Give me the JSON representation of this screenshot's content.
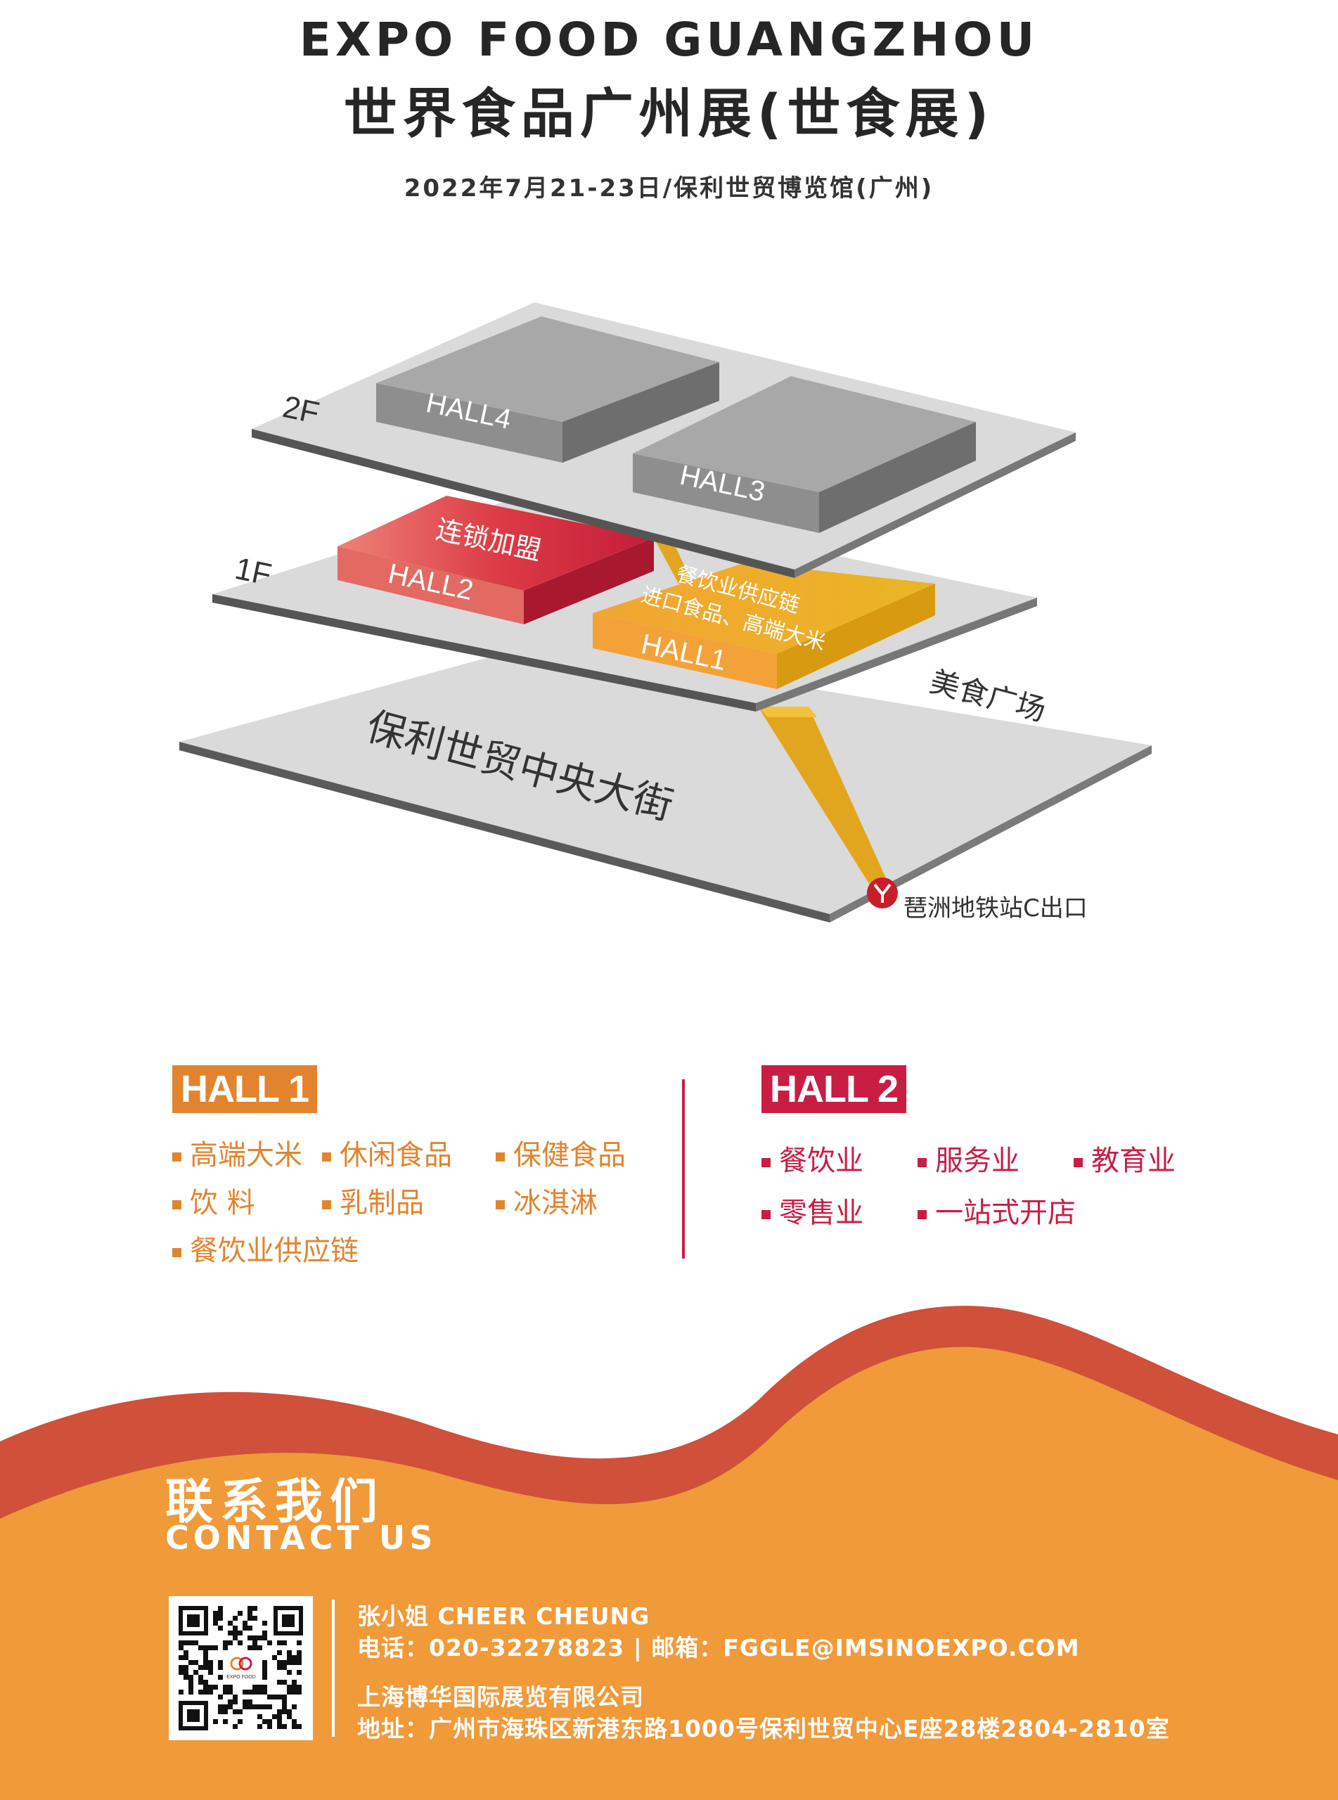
{
  "header": {
    "title_en": "EXPO FOOD GUANGZHOU",
    "title_cn": "世界食品广州展(世食展)",
    "date_venue": "2022年7月21-23日/保利世贸博览馆(广州)"
  },
  "floor_map": {
    "floor_2": {
      "label": "2F",
      "halls": [
        "HALL4",
        "HALL3"
      ]
    },
    "floor_1": {
      "label": "1F",
      "hall2": {
        "name": "HALL2",
        "theme": "连锁加盟"
      },
      "hall1": {
        "name": "HALL1",
        "theme_line1": "餐饮业供应链",
        "theme_line2": "进口食品、高端大米"
      }
    },
    "ground": {
      "street": "保利世贸中央大街",
      "food_plaza": "美食广场",
      "metro_exit": "琶洲地铁站C出口"
    },
    "colors": {
      "hall1": "#f0a92a",
      "hall2": "#d8303c",
      "upper_halls": "#a6a6a6",
      "platform": "#d9d9d9"
    }
  },
  "hall1_section": {
    "tag": "HALL 1",
    "categories": [
      "高端大米",
      "休闲食品",
      "保健食品",
      "饮 料",
      "乳制品",
      "冰淇淋",
      "餐饮业供应链"
    ]
  },
  "hall2_section": {
    "tag": "HALL 2",
    "categories": [
      "餐饮业",
      "服务业",
      "教育业",
      "零售业",
      "一站式开店"
    ]
  },
  "contact": {
    "heading_cn": "联系我们",
    "heading_en": "CONTACT US",
    "qr_logo_text": "EXPO FOOD",
    "person": "张小姐 CHEER CHEUNG",
    "phone_email": "电话：020-32278823 | 邮箱：FGGLE@IMSINOEXPO.COM",
    "company": "上海博华国际展览有限公司",
    "address": "地址：广州市海珠区新港东路1000号保利世贸中心E座28楼2804-2810室",
    "colors": {
      "wave_red": "#d0503a",
      "wave_orange": "#f09a3a"
    }
  }
}
